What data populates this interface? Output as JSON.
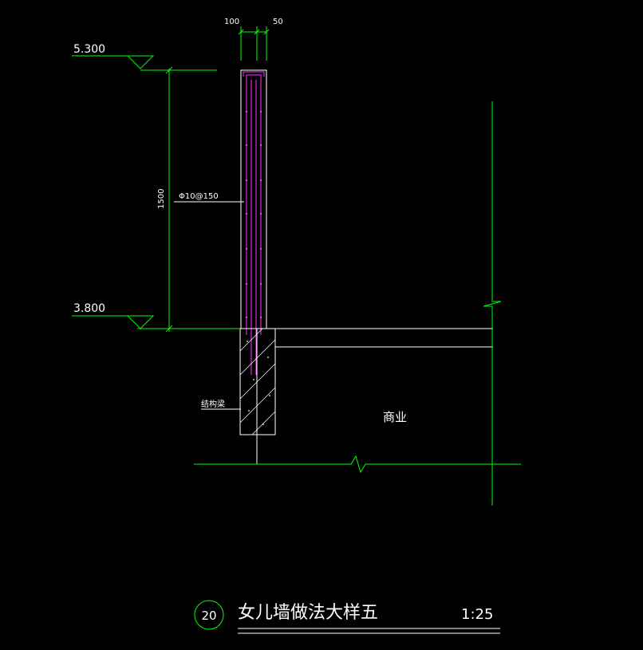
{
  "drawing": {
    "dim_top_left": "100",
    "dim_top_right": "50",
    "elev_top": "5.300",
    "elev_bottom": "3.800",
    "dim_height": "1500",
    "rebar_label": "Φ10@150",
    "beam_label": "结构梁",
    "room_label": "商业"
  },
  "title_block": {
    "detail_number": "20",
    "title": "女儿墙做法大样五",
    "scale": "1:25"
  },
  "colors": {
    "background": "#000000",
    "dimension_lines": "#00ff00",
    "outline": "#ffffff",
    "rebar": "#ff33ff"
  }
}
